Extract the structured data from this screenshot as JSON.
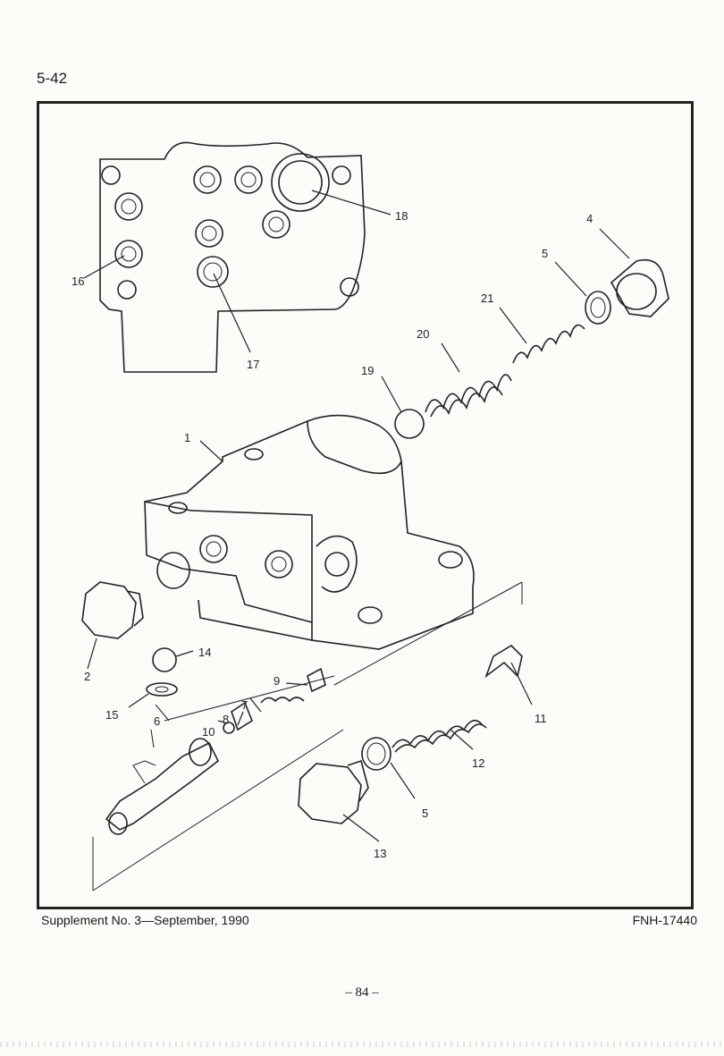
{
  "header": {
    "page_ref": "5-42"
  },
  "callouts": {
    "c1": "1",
    "c2": "2",
    "c4": "4",
    "c5a": "5",
    "c5b": "5",
    "c6": "6",
    "c7": "7",
    "c8": "8",
    "c9": "9",
    "c10": "10",
    "c11": "11",
    "c12": "12",
    "c13": "13",
    "c14": "14",
    "c15": "15",
    "c16": "16",
    "c17": "17",
    "c18": "18",
    "c19": "19",
    "c20": "20",
    "c21": "21"
  },
  "footer": {
    "supplement": "Supplement  No. 3—September, 1990",
    "doc_code": "FNH-17440",
    "page_number": "– 84 –"
  }
}
